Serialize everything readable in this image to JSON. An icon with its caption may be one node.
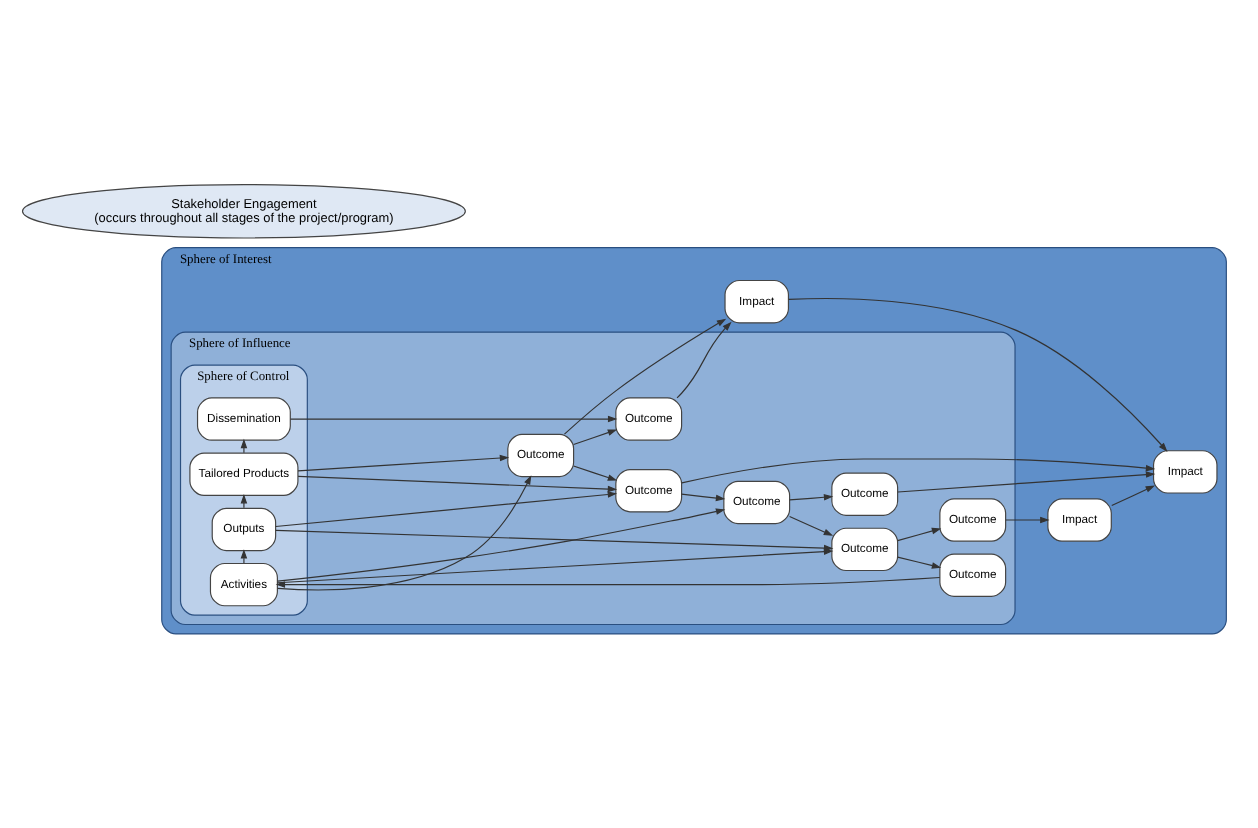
{
  "diagram": {
    "nodes": [
      {
        "text": [
          "Sphere of Interest"
        ]
      },
      {
        "text": [
          "Sphere of Influence"
        ],
        "in": 0
      },
      {
        "text": [
          "Sphere of Control"
        ],
        "in": 1
      },
      {
        "text": [
          "Activities"
        ],
        "in": 2
      },
      {
        "text": [
          "Outputs"
        ],
        "in": 2
      },
      {
        "text": [
          "Tailored Products"
        ],
        "in": 2
      },
      {
        "text": [
          "Dissemination"
        ],
        "in": 2
      },
      {
        "text": [
          "Outcome"
        ],
        "in": 1
      },
      {
        "text": [
          "Outcome"
        ],
        "in": 1
      },
      {
        "text": [
          "Outcome"
        ],
        "in": 1
      },
      {
        "text": [
          "Outcome"
        ],
        "in": 1
      },
      {
        "text": [
          "Outcome"
        ],
        "in": 1
      },
      {
        "text": [
          "Outcome"
        ],
        "in": 1
      },
      {
        "text": [
          "Outcome"
        ],
        "in": 1
      },
      {
        "text": [
          "Outcome"
        ],
        "in": 1
      },
      {
        "text": [
          "Impact"
        ],
        "in": 0
      },
      {
        "text": [
          "Impact"
        ],
        "in": 0
      },
      {
        "text": [
          "Impact"
        ],
        "in": 0
      },
      {
        "text": [
          "Stakeholder Engagement",
          "(occurs throughout all stages of the project/program)"
        ]
      }
    ],
    "edges": [
      {
        "from": 3,
        "to": 4,
        "arrow": "to"
      },
      {
        "from": 4,
        "to": 5,
        "arrow": "to"
      },
      {
        "from": 5,
        "to": 6,
        "arrow": "to"
      },
      {
        "from": 7,
        "to": 3,
        "arrow": "to"
      },
      {
        "from": 8,
        "to": 7,
        "arrow": "to"
      },
      {
        "from": 3,
        "to": 8,
        "arrow": "to"
      },
      {
        "from": 3,
        "to": 10,
        "arrow": "to"
      },
      {
        "from": 3,
        "to": 13,
        "arrow": "to"
      },
      {
        "from": 4,
        "to": 8,
        "arrow": "to"
      },
      {
        "from": 4,
        "to": 12,
        "arrow": "to"
      },
      {
        "from": 5,
        "to": 12,
        "arrow": "to"
      },
      {
        "from": 5,
        "to": 13,
        "arrow": "to"
      },
      {
        "from": 6,
        "to": 14,
        "arrow": "to"
      },
      {
        "from": 8,
        "to": 9,
        "arrow": "to"
      },
      {
        "from": 10,
        "to": 8,
        "arrow": "to"
      },
      {
        "from": 10,
        "to": 11,
        "arrow": "to"
      },
      {
        "from": 12,
        "to": 10,
        "arrow": "to"
      },
      {
        "from": 13,
        "to": 12,
        "arrow": "to"
      },
      {
        "from": 13,
        "to": 14,
        "arrow": "to"
      },
      {
        "from": 13,
        "to": 17,
        "arrow": "to"
      },
      {
        "from": 14,
        "to": 17,
        "arrow": "to"
      },
      {
        "from": 9,
        "to": 15,
        "arrow": "to"
      },
      {
        "from": 11,
        "to": 16,
        "arrow": "to"
      },
      {
        "from": 12,
        "to": 16,
        "arrow": "to"
      },
      {
        "from": 15,
        "to": 16,
        "arrow": "to"
      },
      {
        "from": 17,
        "to": 16,
        "arrow": "to"
      }
    ]
  }
}
